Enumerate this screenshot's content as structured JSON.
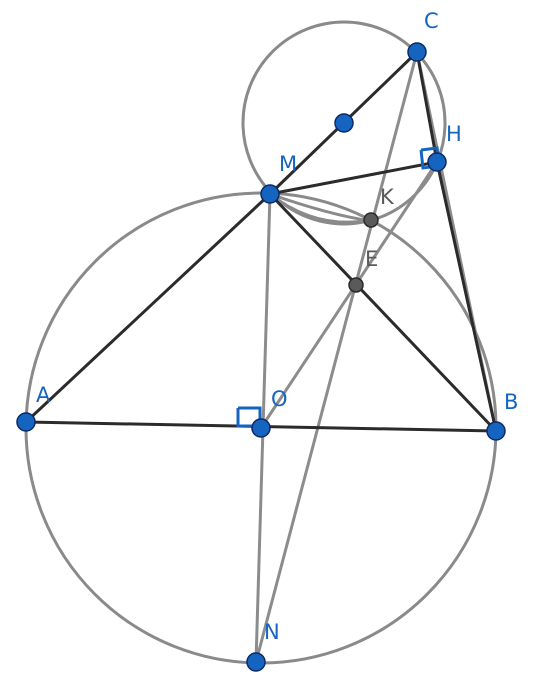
{
  "points": [
    {
      "id": "A",
      "label": "A",
      "kind": "blue"
    },
    {
      "id": "B",
      "label": "B",
      "kind": "blue"
    },
    {
      "id": "C",
      "label": "C",
      "kind": "blue"
    },
    {
      "id": "H",
      "label": "H",
      "kind": "blue"
    },
    {
      "id": "M",
      "label": "M",
      "kind": "blue"
    },
    {
      "id": "O",
      "label": "O",
      "kind": "blue"
    },
    {
      "id": "N",
      "label": "N",
      "kind": "blue"
    },
    {
      "id": "MID",
      "label": "",
      "kind": "blue"
    },
    {
      "id": "K",
      "label": "K",
      "kind": "gray"
    },
    {
      "id": "E",
      "label": "E",
      "kind": "gray"
    }
  ],
  "segments": [
    {
      "from": "M",
      "to": "C",
      "style": "dark"
    },
    {
      "from": "A",
      "to": "M",
      "style": "dark"
    },
    {
      "from": "M",
      "to": "B",
      "style": "dark"
    },
    {
      "from": "M",
      "to": "H",
      "style": "dark"
    },
    {
      "from": "C",
      "to": "H",
      "style": "dark"
    },
    {
      "from": "H",
      "to": "B",
      "style": "dark"
    },
    {
      "from": "A",
      "to": "B",
      "style": "dark"
    },
    {
      "from": "M",
      "to": "N",
      "style": "gray"
    },
    {
      "from": "C",
      "to": "N",
      "style": "gray"
    },
    {
      "from": "O",
      "to": "H",
      "style": "gray"
    },
    {
      "from": "C",
      "to": "B",
      "style": "gray"
    }
  ],
  "circles": [
    {
      "name": "large-circle",
      "center": "O",
      "through": "A"
    },
    {
      "name": "small-circle",
      "center": "MID",
      "through": "C"
    }
  ],
  "right_angles": [
    "O",
    "H"
  ]
}
